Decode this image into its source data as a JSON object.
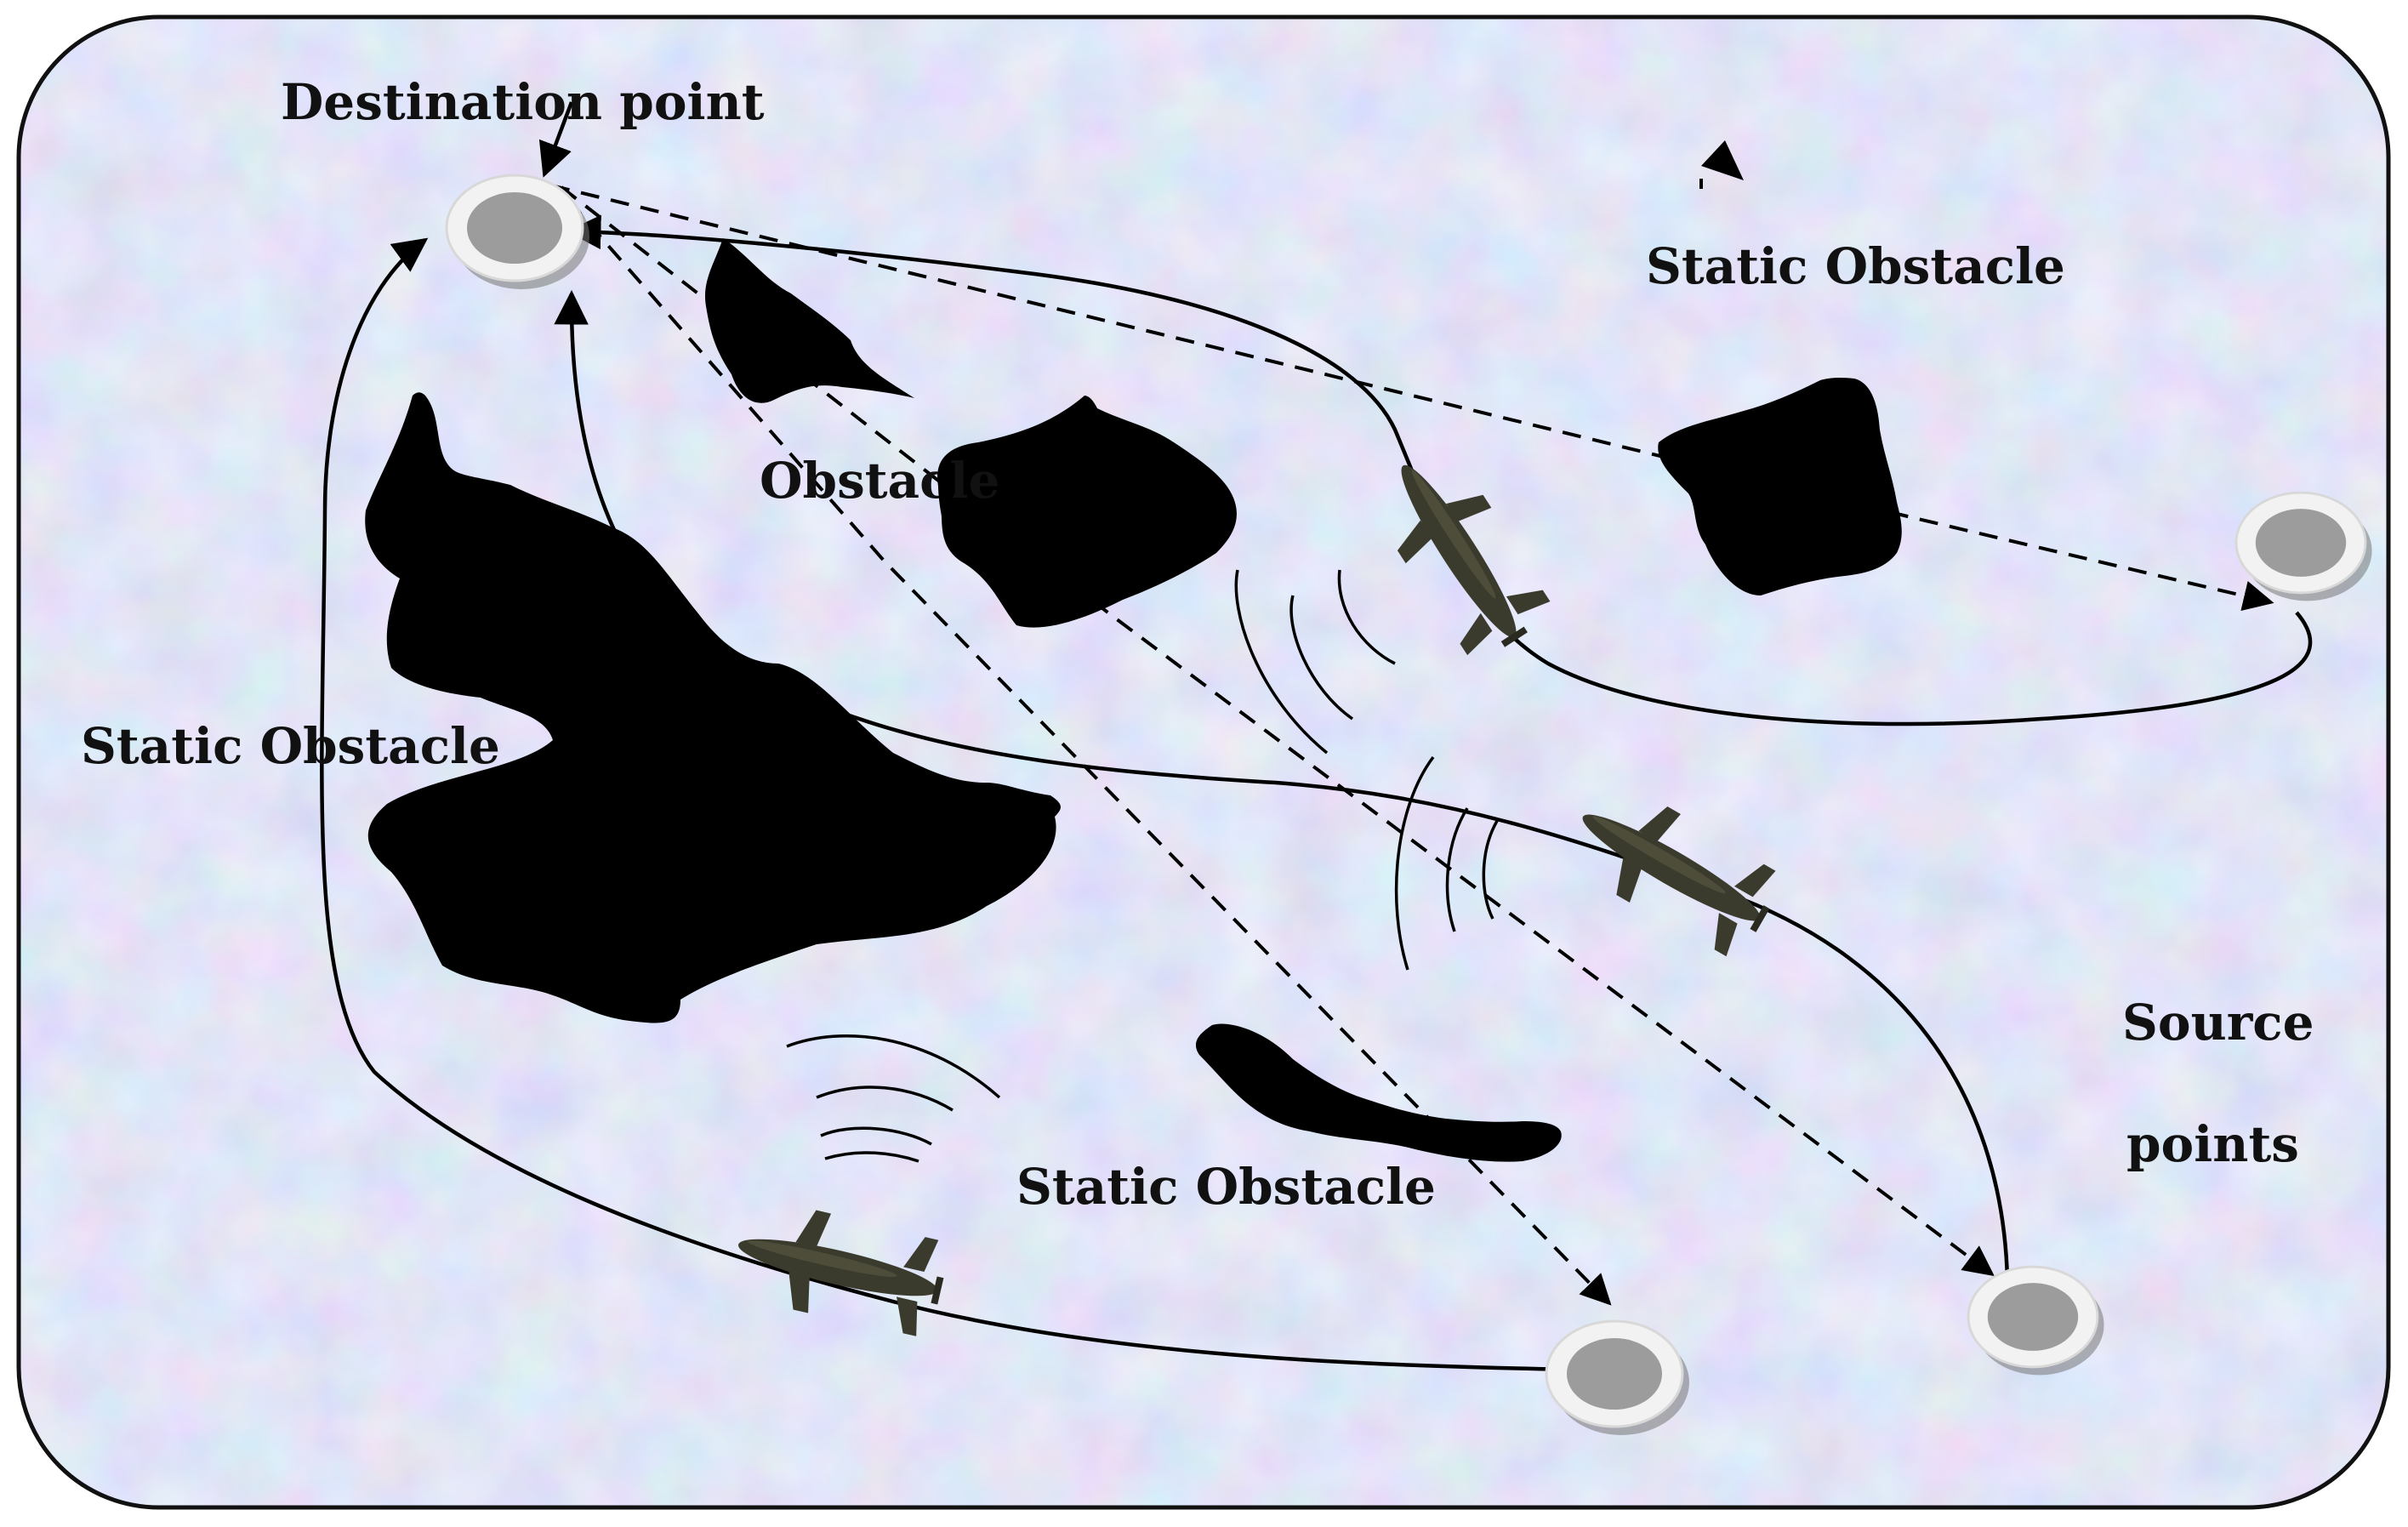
{
  "labels": {
    "destination": "Destination point",
    "static_obstacle_top_right": "Static Obstacle",
    "static_obstacle_left": "Static Obstacle",
    "static_obstacle_bottom": "Static Obstacle",
    "obstacle_partial": "Obstacle",
    "source_line1": "Source",
    "source_line2": "points"
  },
  "colors": {
    "background": "#c9d2ee",
    "background_tint_pink": "#e3c6e6",
    "background_tint_cyan": "#bfe7ef",
    "obstacle": "#000000",
    "path": "#000000",
    "waypoint_ring": "#f4f4f4",
    "waypoint_center": "#9a9a9a",
    "vehicle": "#3a3a2c"
  },
  "icons": {
    "vehicle": "underwater-vehicle-icon",
    "waypoint": "waypoint-disc-icon",
    "sonar": "sonar-wave-icon",
    "arrow": "arrowhead-icon"
  }
}
